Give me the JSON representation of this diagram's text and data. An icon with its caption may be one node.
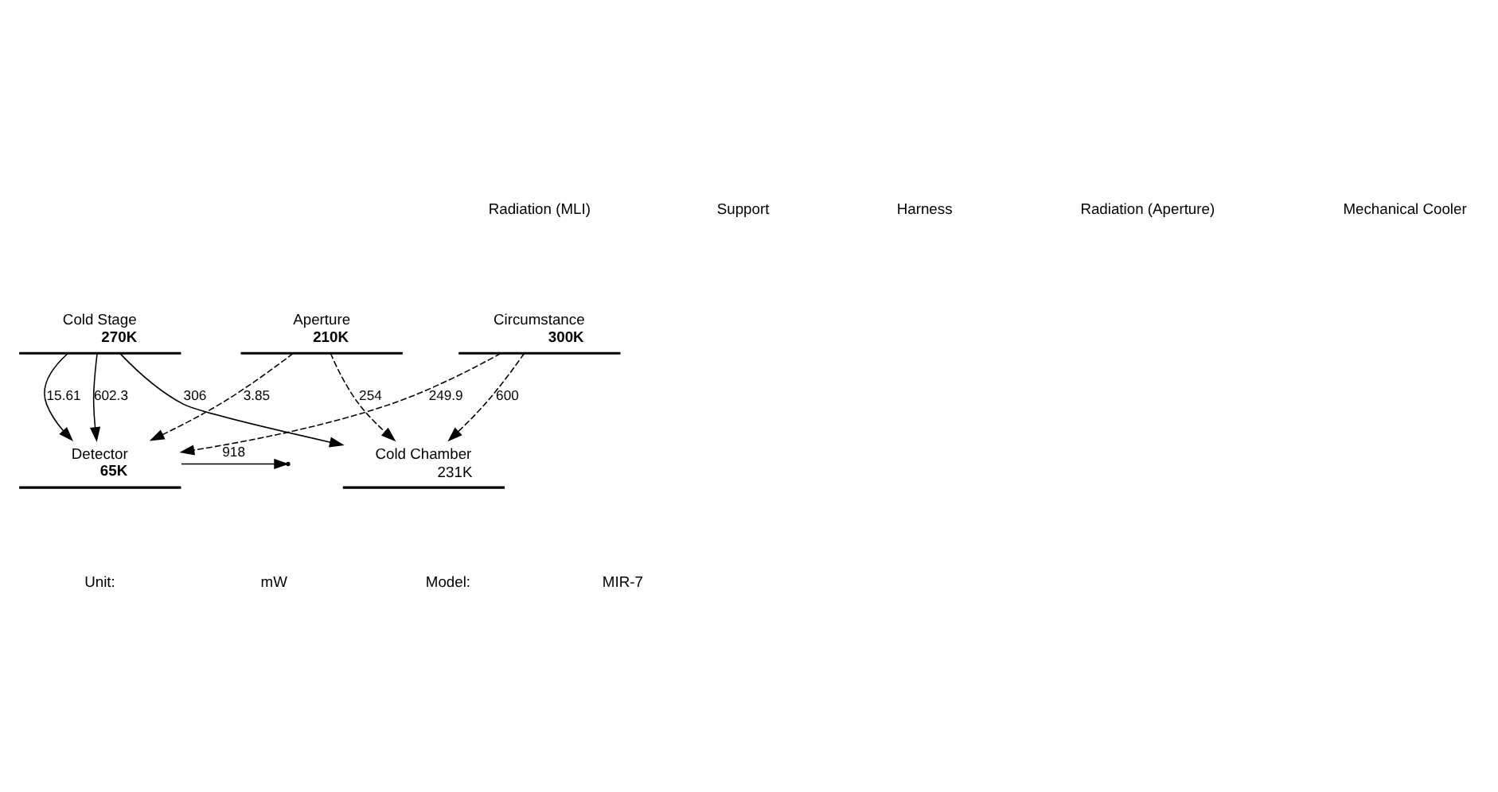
{
  "diagram": {
    "nodes": [
      {
        "text": [
          "Circumstance",
          "300K"
        ]
      },
      {
        "text": [
          "Cold Stage",
          "270K"
        ]
      },
      {
        "text": [
          "Aperture",
          "210K"
        ]
      },
      {
        "text": [
          "Cold Chamber",
          "231K"
        ]
      },
      {
        "text": [
          "Detector",
          "65K"
        ]
      }
    ],
    "edges": [
      {
        "from": 0,
        "to": 3,
        "arrow": "to",
        "label": "600",
        "style": "dashed"
      },
      {
        "from": 0,
        "to": 4,
        "arrow": "to",
        "label": "249.9",
        "style": "dashed"
      },
      {
        "from": 1,
        "to": 3,
        "arrow": "to",
        "label": "306"
      },
      {
        "from": 1,
        "to": 4,
        "arrow": "to",
        "label": "602.3"
      },
      {
        "from": 1,
        "to": 4,
        "arrow": "to",
        "label": "15.61"
      },
      {
        "from": 2,
        "to": 3,
        "arrow": "to",
        "label": "254",
        "style": "dashed"
      },
      {
        "from": 2,
        "to": 4,
        "arrow": "to",
        "label": "3.85",
        "style": "dashed"
      },
      {
        "from": 4,
        "to": null,
        "arrow": "to",
        "label": "918"
      }
    ],
    "labels": [
      "Radiation (MLI)",
      "Support",
      "Harness",
      "Radiation (Aperture)",
      "Mechanical Cooler",
      "Unit:",
      "mW",
      "Model:",
      "MIR-7"
    ]
  }
}
